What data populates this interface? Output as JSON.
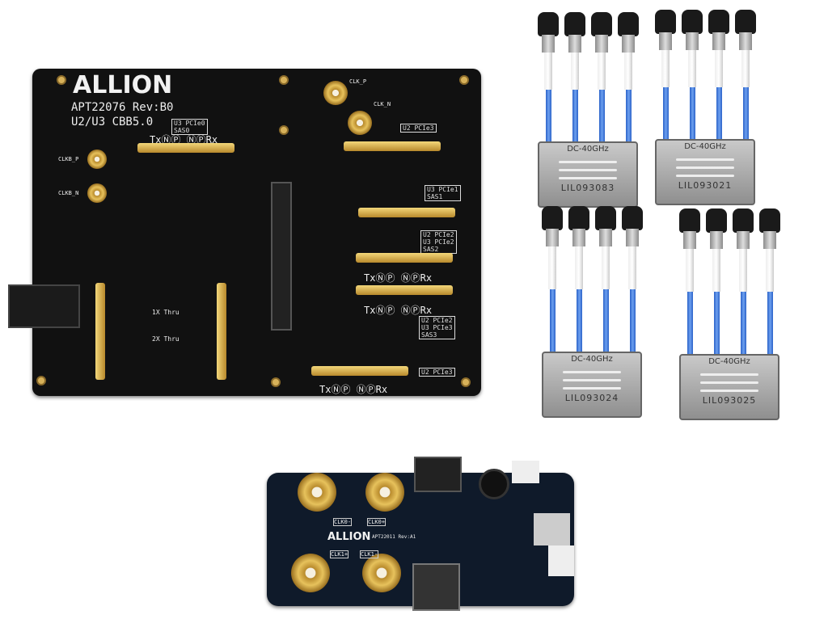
{
  "main_board": {
    "logo": "ALLION",
    "model": "APT22076 Rev:B0",
    "name": "U2/U3 CBB5.0",
    "labels": {
      "u3_pcie0": "U3 PCIe0\nSAS0",
      "u2_pcie3_top": "U2 PCIe3",
      "u3_pcie1": "U3 PCIe1\nSAS1",
      "u2_pcie2_u3_pcie2": "U2 PCIe2\nU3 PCIe2\nSAS2",
      "u2_pcie2_u3_pcie3": "U2 PCIe2\nU3 PCIe3\nSAS3",
      "u2_pcie3_bottom": "U2 PCIe3",
      "clkb_p": "CLKB_P",
      "clkb_n": "CLKB_N",
      "clk_p": "CLK_P",
      "clk_n": "CLK_N",
      "thru_1x": "1X Thru",
      "thru_2x": "2X Thru",
      "txrx": "TxⓃⓅ ⓃⓅRx"
    }
  },
  "cables": [
    {
      "band": "DC-40GHz",
      "serial": "LIL093083"
    },
    {
      "band": "DC-40GHz",
      "serial": "LIL093021"
    },
    {
      "band": "DC-40GHz",
      "serial": "LIL093024"
    },
    {
      "band": "DC-40GHz",
      "serial": "LIL093025"
    }
  ],
  "clock_board": {
    "logo": "ALLION",
    "model": "APT22011 Rev:A1",
    "labels": {
      "clk0n": "CLK0-",
      "clk0p": "CLK0+",
      "clk1p": "CLK1+",
      "clk1n": "CLK1-"
    }
  },
  "colors": {
    "pcb": "#111111",
    "gold": "#d8b25a",
    "cable_blue": "#2a62c8",
    "clock_pcb": "#0f1a2a"
  }
}
